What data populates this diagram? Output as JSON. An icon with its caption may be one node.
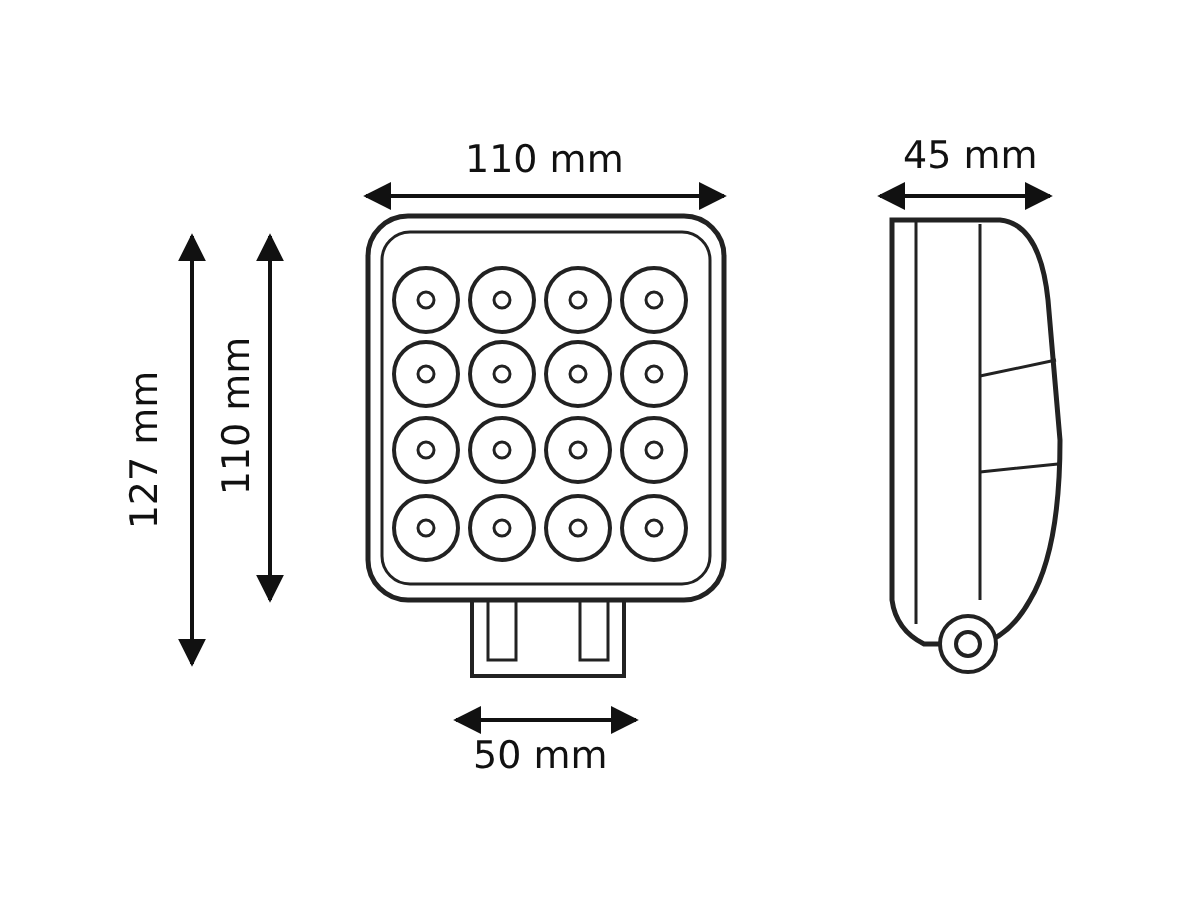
{
  "diagram": {
    "labels": [
      "110 mm",
      "45 mm",
      "127 mm",
      "110 mm",
      "50 mm"
    ]
  }
}
